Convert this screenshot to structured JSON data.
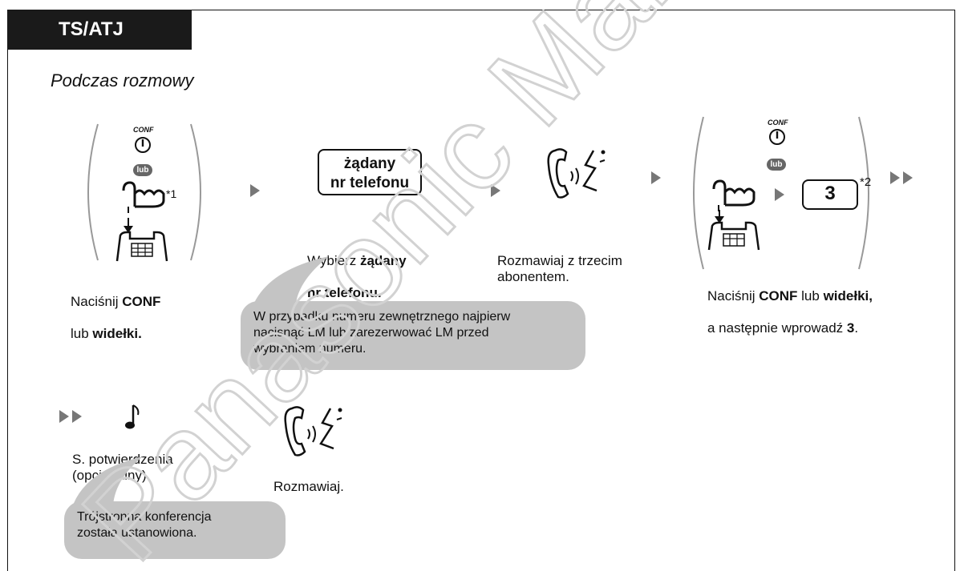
{
  "header": {
    "tab_label": "TS/ATJ",
    "subtitle": "Podczas rozmowy"
  },
  "step1": {
    "conf_label": "CONF",
    "lub_badge": "lub",
    "footnote": "*1",
    "caption_prefix": "Naciśnij ",
    "caption_conf": "CONF",
    "caption_mid": "lub ",
    "caption_hook": "widełki."
  },
  "step2": {
    "key_line1": "żądany",
    "key_line2": "nr telefonu",
    "caption_prefix": "Wybierz ",
    "caption_bold1": "żądany",
    "caption_bold2": "nr telefonu."
  },
  "step3": {
    "caption_line1": "Rozmawiaj z trzecim",
    "caption_line2": "abonentem."
  },
  "step4": {
    "conf_label": "CONF",
    "lub_badge": "lub",
    "digit_key": "3",
    "footnote": "*2",
    "caption_prefix": "Naciśnij ",
    "caption_conf": "CONF",
    "caption_mid": " lub ",
    "caption_hook": "widełki,",
    "caption_line2_prefix": "a następnie wprowadź ",
    "caption_digit": "3",
    "caption_period": "."
  },
  "notes": {
    "external_number": "W przypadku numeru zewnętrznego najpierw\nnacisnąć LM lub zarezerwować LM przed\nwybraniem numeru.",
    "conference_established": "Trójstronna konferencja\nzostała ustanowiona."
  },
  "step5": {
    "tone_line1": "S. potwierdzenia",
    "tone_line2": "(opcjonalny)"
  },
  "step6": {
    "caption": "Rozmawiaj."
  },
  "watermark_text": "Panasonic Marketing Eu..."
}
